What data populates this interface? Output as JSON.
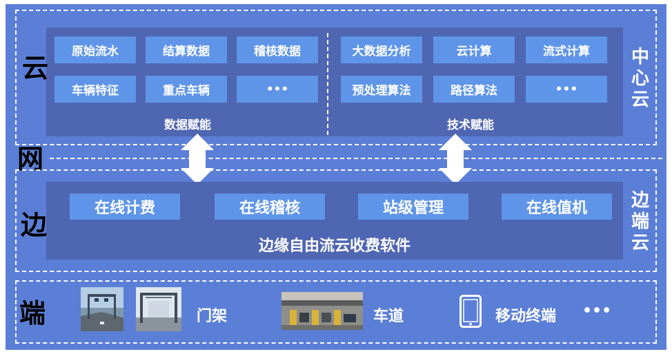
{
  "layers": {
    "cloud": {
      "side_label": "云",
      "right_label": "中心云",
      "data_group": {
        "items": [
          "原始流水",
          "结算数据",
          "稽核数据",
          "车辆特征",
          "重点车辆",
          "•••"
        ],
        "caption": "数据赋能"
      },
      "tech_group": {
        "items": [
          "大数据分析",
          "云计算",
          "流式计算",
          "预处理算法",
          "路径算法",
          "•••"
        ],
        "caption": "技术赋能"
      }
    },
    "network": {
      "side_label": "网"
    },
    "edge": {
      "side_label": "边",
      "right_label": "边端云",
      "items": [
        "在线计费",
        "在线稽核",
        "站级管理",
        "在线值机"
      ],
      "caption": "边缘自由流云收费软件"
    },
    "end": {
      "side_label": "端",
      "gantry_label": "门架",
      "lane_label": "车道",
      "mobile_label": "移动终端",
      "more": "•••"
    }
  },
  "colors": {
    "outer_bg": "#5b7fd6",
    "panel_bg": "#4f66b2",
    "cell_bg": "#5f95e8",
    "text": "#ffffff"
  }
}
